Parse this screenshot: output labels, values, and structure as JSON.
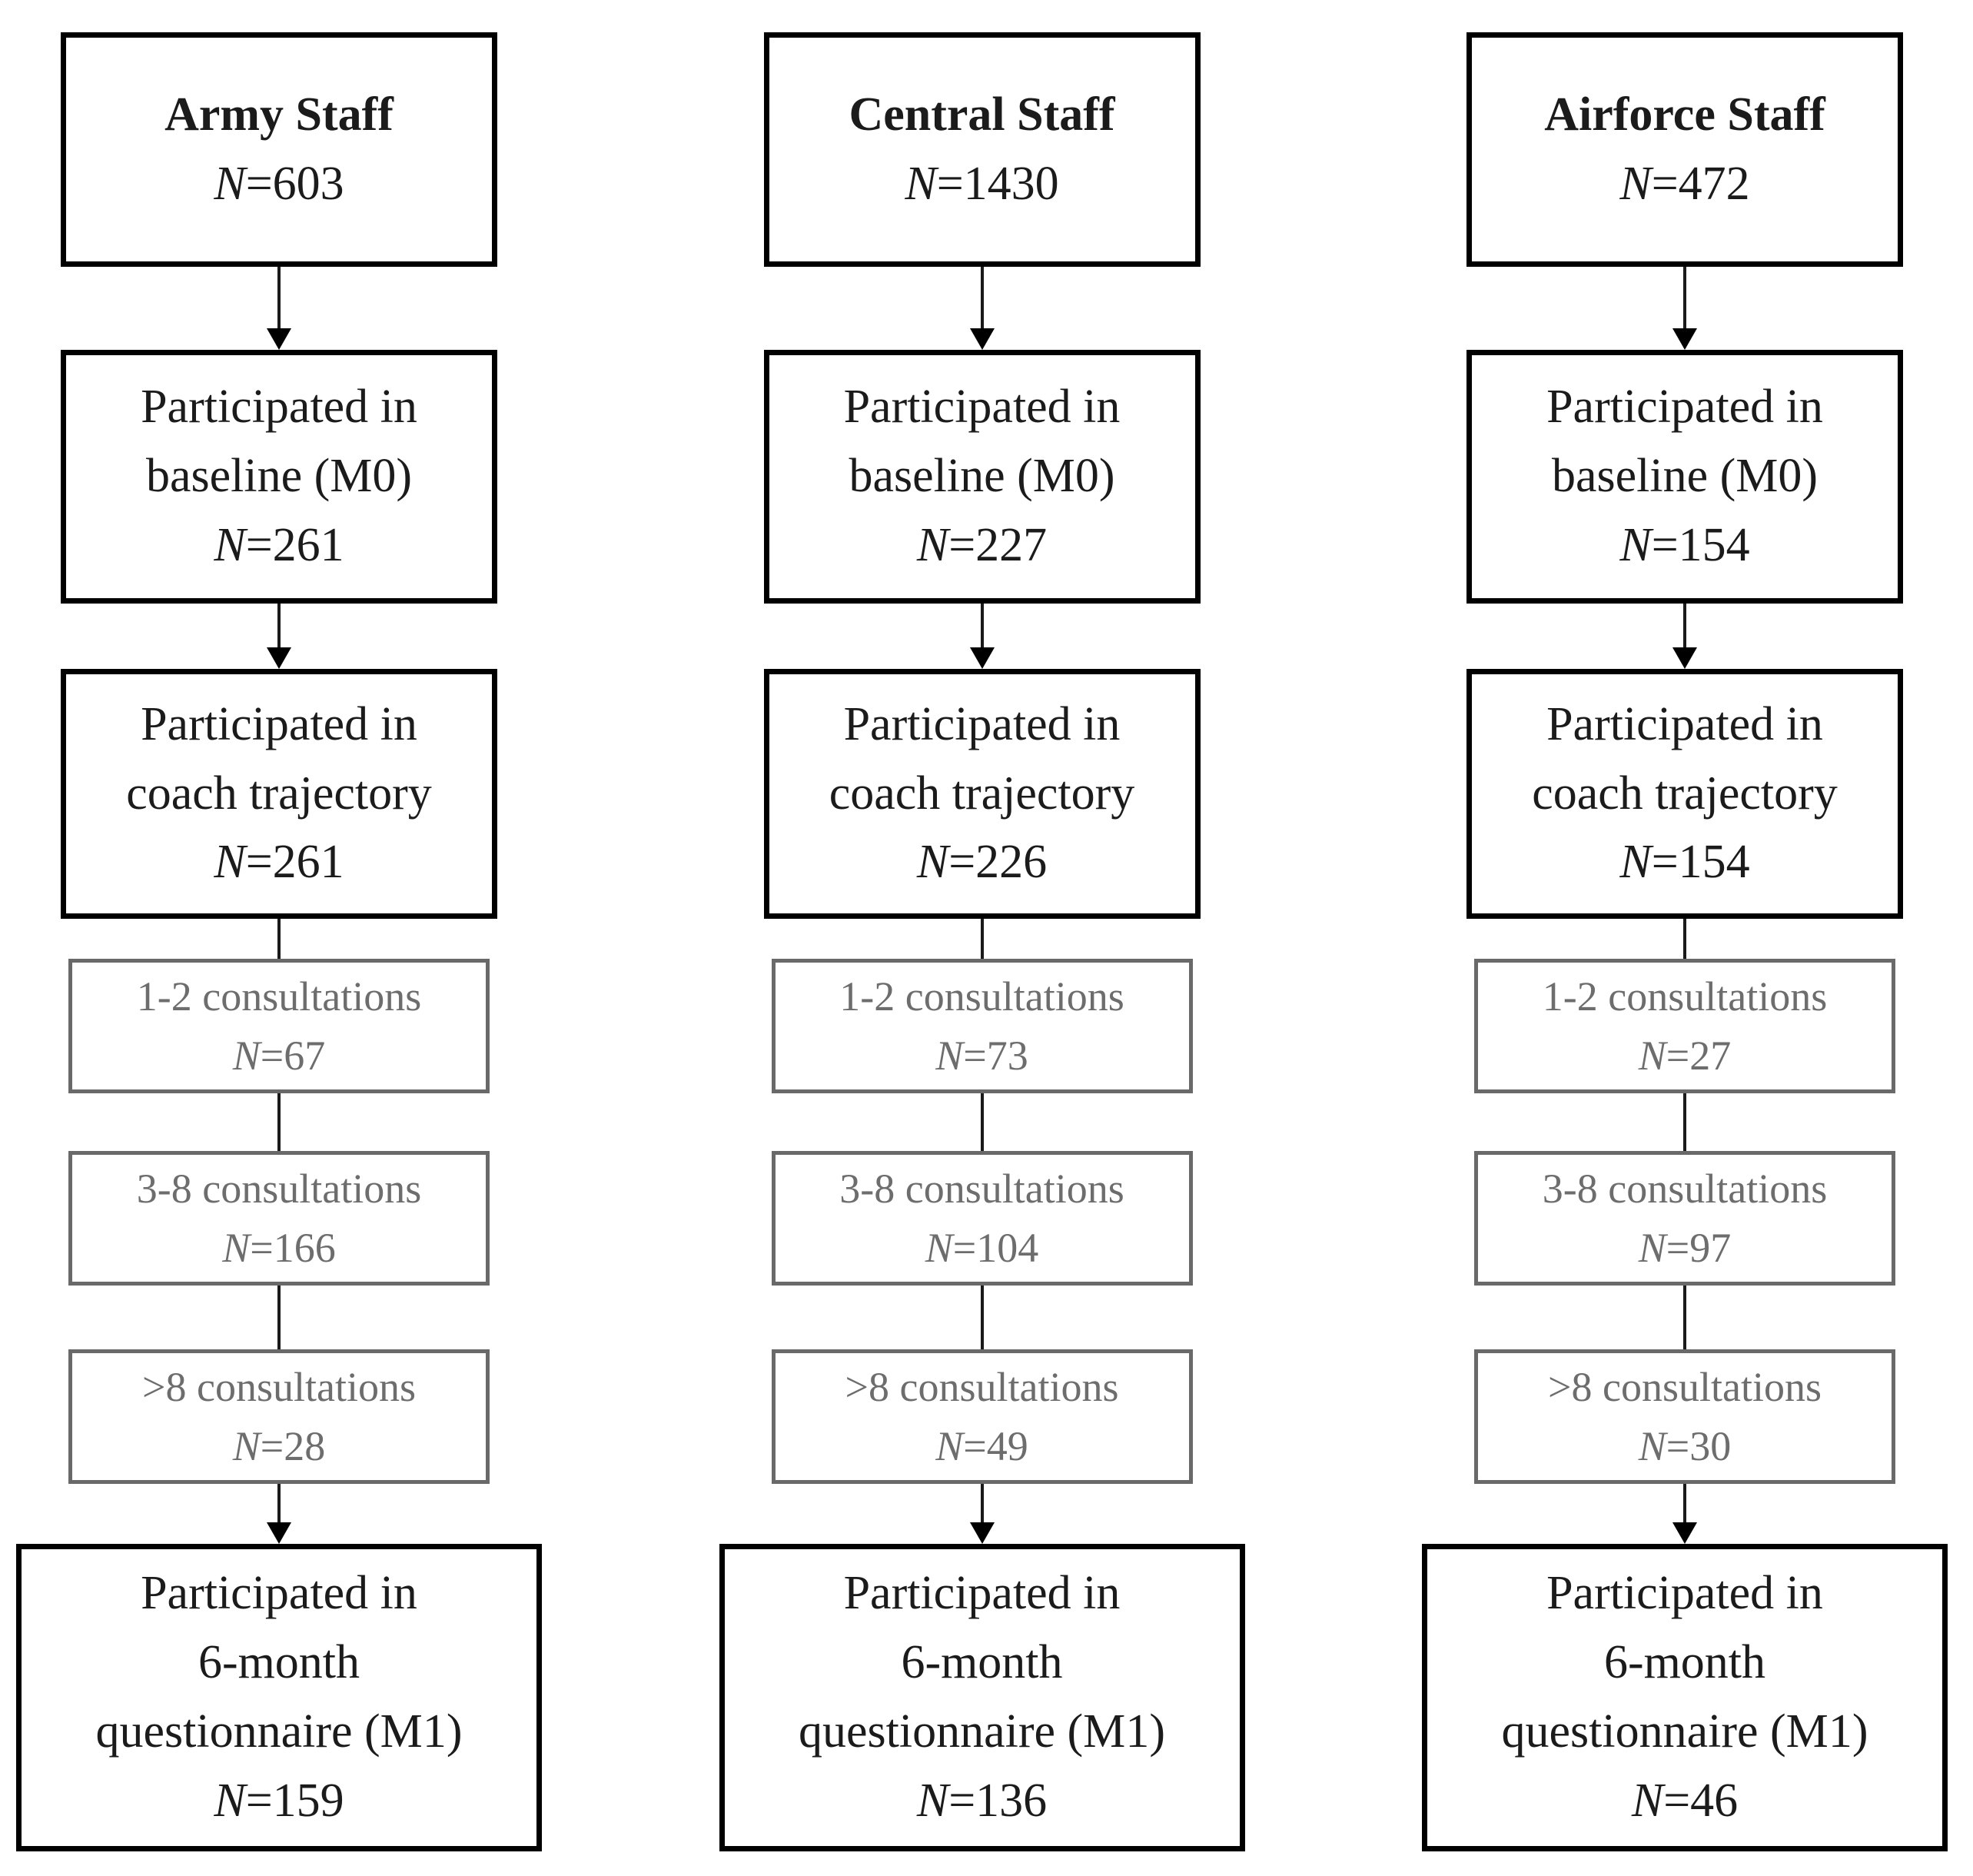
{
  "labels": {
    "n_symbol": "N"
  },
  "colors": {
    "black_border": "#000000",
    "gray_border": "#696969",
    "black_text": "#1b1b1b",
    "gray_text": "#6d6d6d",
    "background": "#ffffff"
  },
  "columns": [
    {
      "id": "army",
      "header": {
        "title": "Army Staff",
        "n": "=603"
      },
      "baseline": {
        "line1": "Participated in",
        "line2": "baseline (M0)",
        "n": "=261"
      },
      "coach": {
        "line1": "Participated in",
        "line2": "coach trajectory",
        "n": "=261"
      },
      "consultations": [
        {
          "label": "1-2 consultations",
          "n": "=67"
        },
        {
          "label": "3-8 consultations",
          "n": "=166"
        },
        {
          "label": ">8 consultations",
          "n": "=28"
        }
      ],
      "followup": {
        "line1": "Participated in",
        "line2": "6-month",
        "line3": "questionnaire (M1)",
        "n": "=159"
      }
    },
    {
      "id": "central",
      "header": {
        "title": "Central Staff",
        "n": "=1430"
      },
      "baseline": {
        "line1": "Participated in",
        "line2": "baseline (M0)",
        "n": "=227"
      },
      "coach": {
        "line1": "Participated in",
        "line2": "coach trajectory",
        "n": "=226"
      },
      "consultations": [
        {
          "label": "1-2 consultations",
          "n": "=73"
        },
        {
          "label": "3-8 consultations",
          "n": "=104"
        },
        {
          "label": ">8 consultations",
          "n": "=49"
        }
      ],
      "followup": {
        "line1": "Participated in",
        "line2": "6-month",
        "line3": "questionnaire (M1)",
        "n": "=136"
      }
    },
    {
      "id": "airforce",
      "header": {
        "title": "Airforce Staff",
        "n": "=472"
      },
      "baseline": {
        "line1": "Participated in",
        "line2": "baseline (M0)",
        "n": "=154"
      },
      "coach": {
        "line1": "Participated in",
        "line2": "coach trajectory",
        "n": "=154"
      },
      "consultations": [
        {
          "label": "1-2 consultations",
          "n": "=27"
        },
        {
          "label": "3-8 consultations",
          "n": "=97"
        },
        {
          "label": ">8 consultations",
          "n": "=30"
        }
      ],
      "followup": {
        "line1": "Participated in",
        "line2": "6-month",
        "line3": "questionnaire (M1)",
        "n": "=46"
      }
    }
  ]
}
